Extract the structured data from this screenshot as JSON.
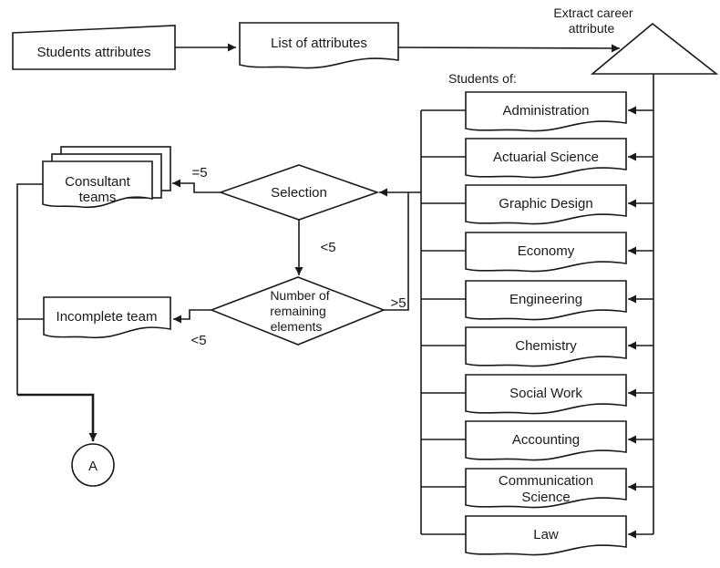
{
  "colors": {
    "background": "#ffffff",
    "shape_fill": "#ffffff",
    "stroke": "#1a1a1a",
    "text": "#1a1a1a"
  },
  "nodes": {
    "students_attributes": {
      "label": "Students attributes"
    },
    "list_of_attributes": {
      "label": "List of attributes"
    },
    "extract_career": {
      "line1": "Extract career",
      "line2": "attribute"
    },
    "students_of": {
      "label": "Students of:"
    },
    "consultant_teams": {
      "line1": "Consultant",
      "line2": "teams"
    },
    "selection": {
      "label": "Selection"
    },
    "remaining_elements": {
      "line1": "Number of",
      "line2": "remaining",
      "line3": "elements"
    },
    "incomplete_team": {
      "label": "Incomplete team"
    },
    "connector": {
      "label": "A"
    }
  },
  "careers": [
    {
      "label": "Administration"
    },
    {
      "label": "Actuarial Science"
    },
    {
      "label": "Graphic Design"
    },
    {
      "label": "Economy"
    },
    {
      "label": "Engineering"
    },
    {
      "label": "Chemistry"
    },
    {
      "label": "Social Work"
    },
    {
      "label": "Accounting"
    },
    {
      "line1": "Communication",
      "line2": "Science"
    },
    {
      "label": "Law"
    }
  ],
  "edge_labels": {
    "selection_to_teams": "=5",
    "selection_to_remaining": "<5",
    "remaining_to_selection": ">5",
    "remaining_to_incomplete": "<5"
  }
}
